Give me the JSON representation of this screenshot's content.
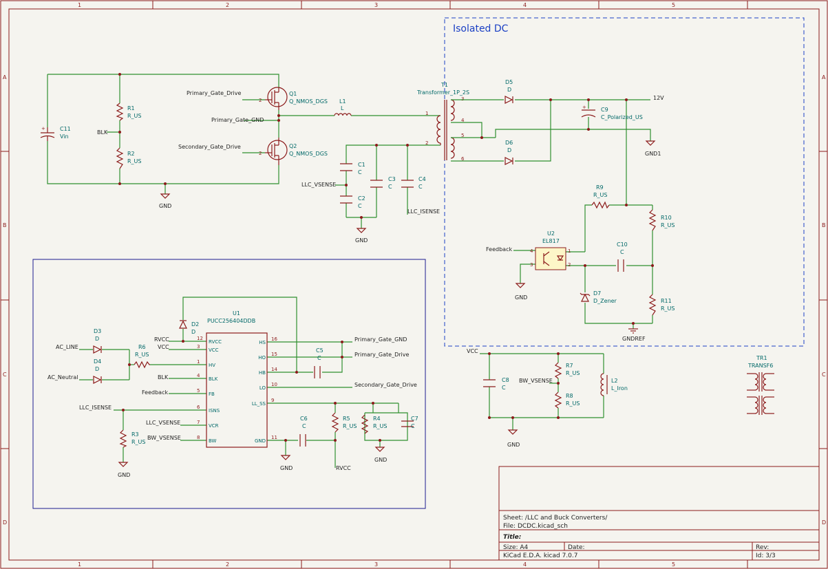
{
  "frame": {
    "columns": [
      "1",
      "2",
      "3",
      "4",
      "5"
    ],
    "rows": [
      "A",
      "B",
      "C",
      "D"
    ]
  },
  "sections": {
    "isolated_title": "Isolated DC"
  },
  "components": {
    "C11": {
      "ref": "C11",
      "value": "Vin"
    },
    "R1": {
      "ref": "R1",
      "value": "R_US"
    },
    "R2": {
      "ref": "R2",
      "value": "R_US"
    },
    "Q1": {
      "ref": "Q1",
      "value": "Q_NMOS_DGS"
    },
    "Q2": {
      "ref": "Q2",
      "value": "Q_NMOS_DGS"
    },
    "L1": {
      "ref": "L1",
      "value": "L"
    },
    "C1": {
      "ref": "C1",
      "value": "C"
    },
    "C2": {
      "ref": "C2",
      "value": "C"
    },
    "C3": {
      "ref": "C3",
      "value": "C"
    },
    "C4": {
      "ref": "C4",
      "value": "C"
    },
    "T1": {
      "ref": "T1",
      "value": "Transformer_1P_2S"
    },
    "D5": {
      "ref": "D5",
      "value": "D"
    },
    "D6": {
      "ref": "D6",
      "value": "D"
    },
    "C9": {
      "ref": "C9",
      "value": "C_Polarized_US"
    },
    "R9": {
      "ref": "R9",
      "value": "R_US"
    },
    "R10": {
      "ref": "R10",
      "value": "R_US"
    },
    "U2": {
      "ref": "U2",
      "value": "EL817"
    },
    "C10": {
      "ref": "C10",
      "value": "C"
    },
    "D7": {
      "ref": "D7",
      "value": "D_Zener"
    },
    "R11": {
      "ref": "R11",
      "value": "R_US"
    },
    "U1": {
      "ref": "U1",
      "value": "PUCC256404DDB"
    },
    "D2": {
      "ref": "D2",
      "value": "D"
    },
    "D3": {
      "ref": "D3",
      "value": "D"
    },
    "D4": {
      "ref": "D4",
      "value": "D"
    },
    "R6": {
      "ref": "R6",
      "value": "R_US"
    },
    "C5": {
      "ref": "C5",
      "value": "C"
    },
    "C6": {
      "ref": "C6",
      "value": "C"
    },
    "R5": {
      "ref": "R5",
      "value": "R_US"
    },
    "R4": {
      "ref": "R4",
      "value": "R_US"
    },
    "C7": {
      "ref": "C7",
      "value": "C"
    },
    "R3": {
      "ref": "R3",
      "value": "R_US"
    },
    "C8": {
      "ref": "C8",
      "value": "C"
    },
    "R7": {
      "ref": "R7",
      "value": "R_US"
    },
    "R8": {
      "ref": "R8",
      "value": "R_US"
    },
    "L2": {
      "ref": "L2",
      "value": "L_Iron"
    },
    "TR1": {
      "ref": "TR1",
      "value": "TRANSF6"
    }
  },
  "pins": {
    "U1": [
      {
        "num": "12",
        "name": "RVCC"
      },
      {
        "num": "3",
        "name": "VCC"
      },
      {
        "num": "1",
        "name": "HV"
      },
      {
        "num": "4",
        "name": "BLK"
      },
      {
        "num": "5",
        "name": "FB"
      },
      {
        "num": "6",
        "name": "ISNS"
      },
      {
        "num": "7",
        "name": "VCR"
      },
      {
        "num": "8",
        "name": "BW"
      },
      {
        "num": "16",
        "name": "HS"
      },
      {
        "num": "15",
        "name": "HO"
      },
      {
        "num": "14",
        "name": "HB"
      },
      {
        "num": "10",
        "name": "LO"
      },
      {
        "num": "9",
        "name": "LL_SS"
      },
      {
        "num": "11",
        "name": "GND"
      }
    ]
  },
  "nets": {
    "primary_gate_drive": "Primary_Gate_Drive",
    "primary_gate_gnd": "Primary_Gate_GND",
    "secondary_gate_drive": "Secondary_Gate_Drive",
    "blk": "BLK",
    "gnd": "GND",
    "llc_vsense": "LLC_VSENSE",
    "llc_isense": "LLC_ISENSE",
    "v12": "12V",
    "gnd1": "GND1",
    "gndref": "GNDREF",
    "feedback": "Feedback",
    "ac_line": "AC_LINE",
    "ac_neutral": "AC_Neutral",
    "rvcc": "RVCC",
    "vcc": "VCC",
    "bw_vsense": "BW_VSENSE"
  },
  "title_block": {
    "sheet": "Sheet: /LLC and Buck Converters/",
    "file": "File: DCDC.kicad_sch",
    "title": "Title:",
    "size": "Size: A4",
    "date": "Date:",
    "rev": "Rev:",
    "tool": "KiCad E.D.A.  kicad 7.0.7",
    "id": "Id: 3/3"
  },
  "colors": {
    "wire": "#2f8f2f",
    "symbol": "#8b1a1a",
    "reference": "#006868",
    "isolated_box": "#1a3fc4",
    "controller_box": "#1a1a8f"
  }
}
